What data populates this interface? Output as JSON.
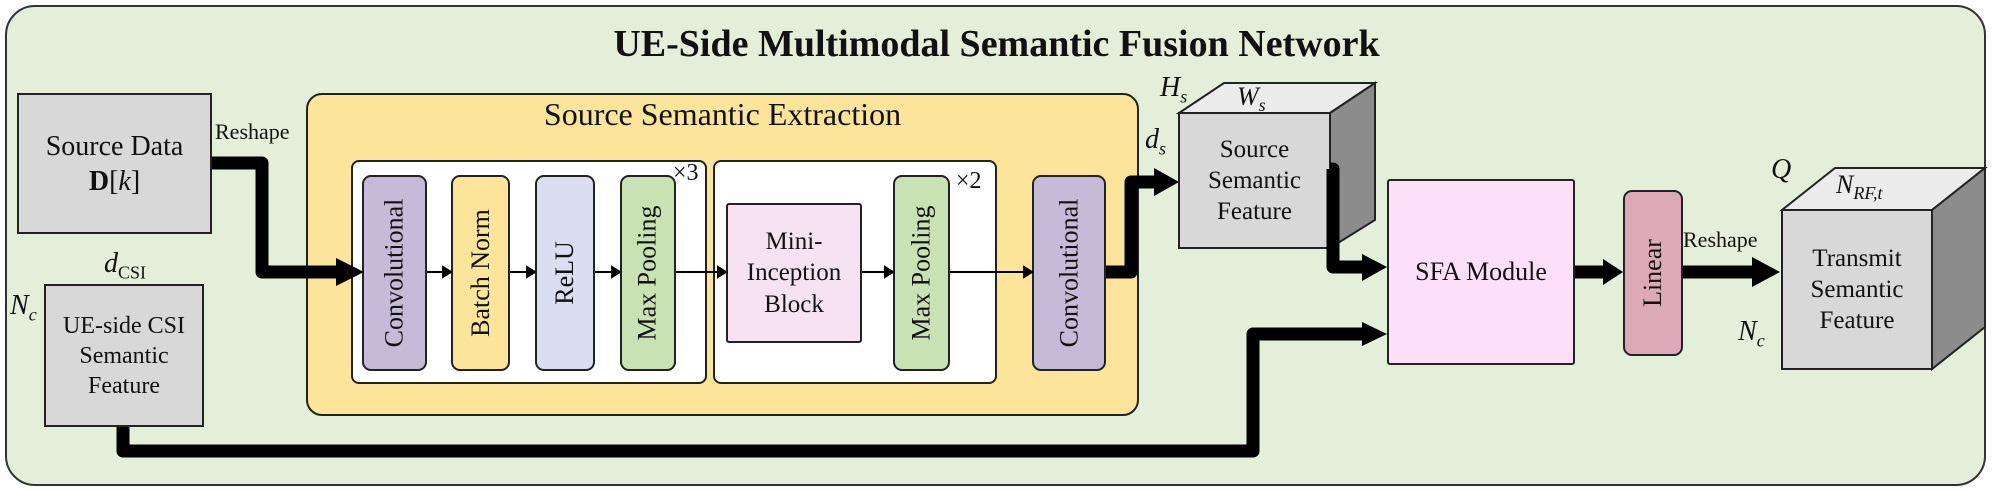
{
  "title": "UE-Side Multimodal Semantic Fusion Network",
  "source_data": {
    "line1": "Source Data",
    "bold": "D",
    "bracket_open": "[",
    "k": "k",
    "bracket_close": "]"
  },
  "reshape_labels": [
    "Reshape",
    "Reshape"
  ],
  "csi": {
    "label": "UE-side CSI Semantic Feature",
    "dim_top_d": "d",
    "dim_top_sub": "CSI",
    "dim_left_n": "N",
    "dim_left_sub": "c"
  },
  "extraction": {
    "title": "Source Semantic Extraction",
    "group1": [
      "Convolutional",
      "Batch Norm",
      "ReLU",
      "Max Pooling"
    ],
    "repeat1": "×3",
    "group2_mini": "Mini-Inception Block",
    "group2_pool": "Max Pooling",
    "repeat2": "×2",
    "final_conv": "Convolutional"
  },
  "source_feature": {
    "label": "Source Semantic Feature",
    "h": "H",
    "h_sub": "s",
    "w": "W",
    "w_sub": "s",
    "d": "d",
    "d_sub": "s"
  },
  "sfa": "SFA Module",
  "linear": "Linear",
  "transmit": {
    "label": "Transmit Semantic Feature",
    "q": "Q",
    "n_rf": "N",
    "n_rf_sub": "RF,t",
    "n_c": "N",
    "n_c_sub": "c"
  },
  "colors": {
    "background": "#e3efd9",
    "panel": "#fde49b",
    "conv": "#c6bad9",
    "relu": "#d9dff0",
    "pool": "#c8e2b3",
    "mini": "#f6e2f3",
    "sfa": "#fde0f8",
    "linear": "#dca9b8",
    "feature_gray": "#d8d8d8"
  }
}
